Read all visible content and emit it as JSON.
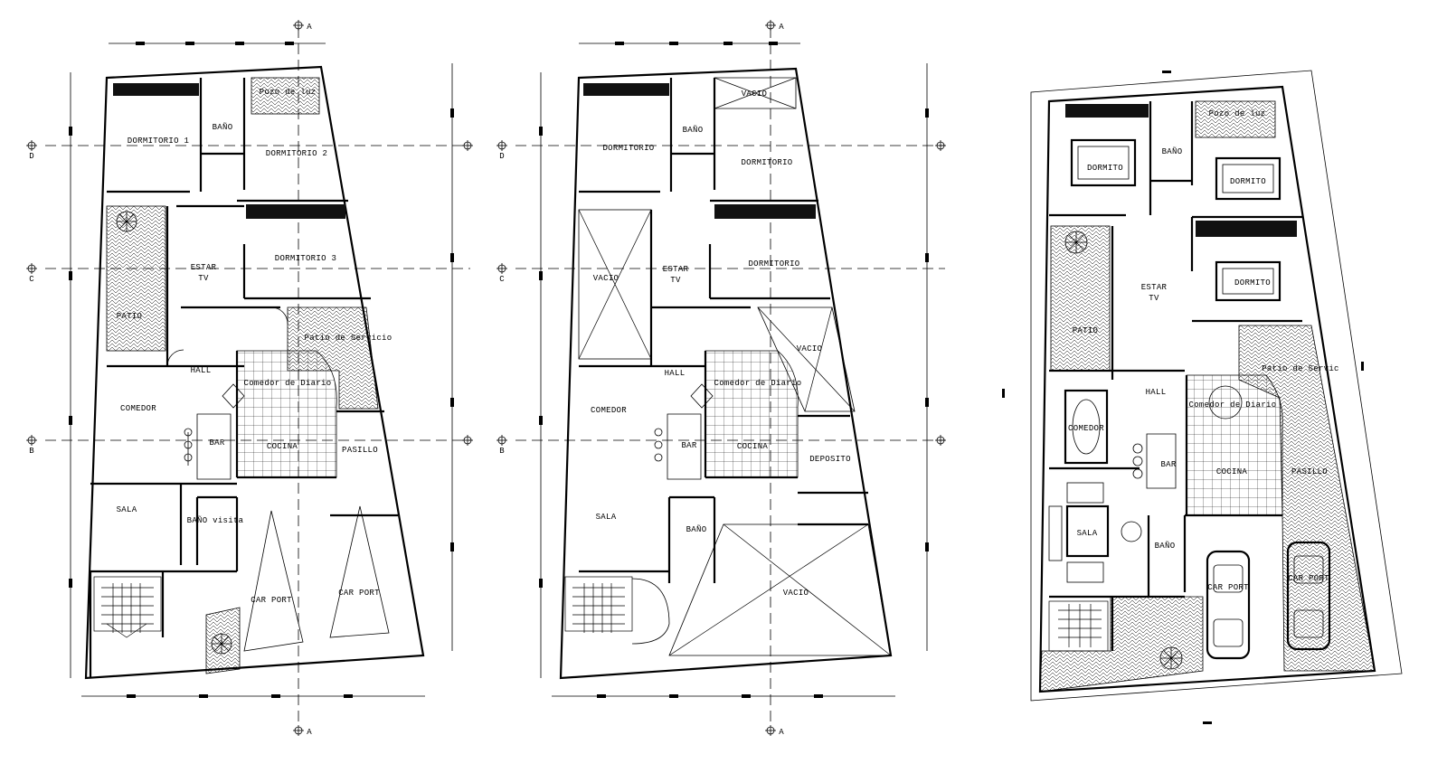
{
  "plans": [
    {
      "rooms": {
        "dorm1": "DORMITORIO 1",
        "dorm2": "DORMITORIO 2",
        "dorm3": "DORMITORIO 3",
        "bano": "BAÑO",
        "pozo": "Pozo de luz",
        "estar": "ESTAR",
        "tv": "TV",
        "patio": "PATIO",
        "hall": "HALL",
        "comedor": "COMEDOR",
        "bar": "BAR",
        "comedor_diario": "Comedor de Diario",
        "cocina": "COCINA",
        "patio_servicio": "Patio de Servicio",
        "pasillo": "PASILLO",
        "sala": "SALA",
        "bano_visita": "BAÑO visita",
        "carport1": "CAR PORT",
        "carport2": "CAR PORT"
      }
    },
    {
      "rooms": {
        "vacio_top": "VACIO",
        "dorm1": "DORMITORIO",
        "dorm2": "DORMITORIO",
        "dorm3": "DORMITORIO",
        "bano": "BAÑO",
        "vacio_left": "VACIO",
        "estar": "ESTAR",
        "tv": "TV",
        "vacio_right": "VACIO",
        "hall": "HALL",
        "comedor": "COMEDOR",
        "bar": "BAR",
        "comedor_diario": "Comedor de Diario",
        "cocina": "COCINA",
        "deposito": "DEPOSITO",
        "sala": "SALA",
        "bano2": "BAÑO",
        "vacio_bottom": "VACIO"
      }
    },
    {
      "rooms": {
        "pozo": "Pozo de luz",
        "dorm1": "DORMITO",
        "dorm2": "DORMITO",
        "dorm3": "DORMITO",
        "bano": "BAÑO",
        "estar": "ESTAR",
        "tv": "TV",
        "patio": "PATIO",
        "hall": "HALL",
        "comedor_diario": "Comedor de Diario",
        "patio_servicio": "Patio de Servic",
        "comedor": "COMEDOR",
        "bar": "BAR",
        "cocina": "COCINA",
        "pasillo": "PASILLO",
        "sala": "SALA",
        "bano2": "BAÑO",
        "carport1": "CAR PORT",
        "carport2": "CAR PORT"
      }
    }
  ],
  "axes": {
    "A": "A",
    "B": "B",
    "C": "C",
    "D": "D"
  },
  "icons": [
    "section-marker-icon",
    "tree-icon",
    "car-icon",
    "stair-icon"
  ]
}
